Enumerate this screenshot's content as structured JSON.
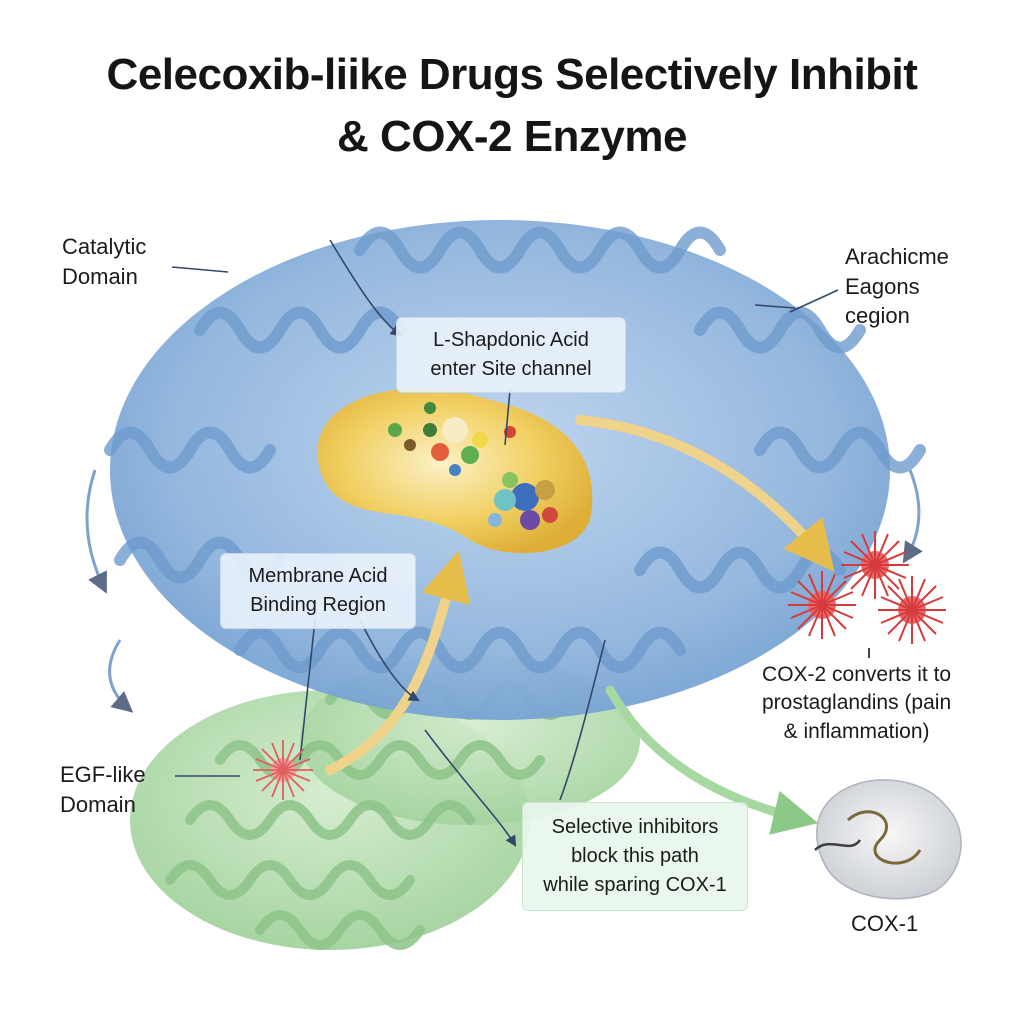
{
  "title": {
    "line1": "Celecoxib-liike Drugs Selectively Inhibit",
    "line2": "& COX-2 Enzyme"
  },
  "labels": {
    "catalytic_domain": [
      "Catalytic",
      "Domain"
    ],
    "arachidonic_region": [
      "Arachicme",
      "Eagons",
      "cegion"
    ],
    "channel_box": [
      "L-Shapdonic Acid",
      "enter Site channel"
    ],
    "membrane_box": [
      "Membrane Acid",
      "Binding Region"
    ],
    "egf_domain": [
      "EGF-like",
      "Domain"
    ],
    "cox2_converts": [
      "COX-2 converts it to",
      "prostaglandins (pain",
      "& inflammation)"
    ],
    "inhibitor_box": [
      "Selective inhibitors",
      "block this path",
      "while sparing COX-1"
    ],
    "cox1": "COX-1"
  },
  "colors": {
    "helix_blue": "#8fb4dc",
    "helix_blue_dark": "#5f8cc0",
    "helix_green": "#a9d8a6",
    "pocket_yellow": "#f2c94c",
    "arrow_yellow": "#f0d27a",
    "arrow_green": "#9fd49a",
    "burst_red": "#d63a3a"
  }
}
